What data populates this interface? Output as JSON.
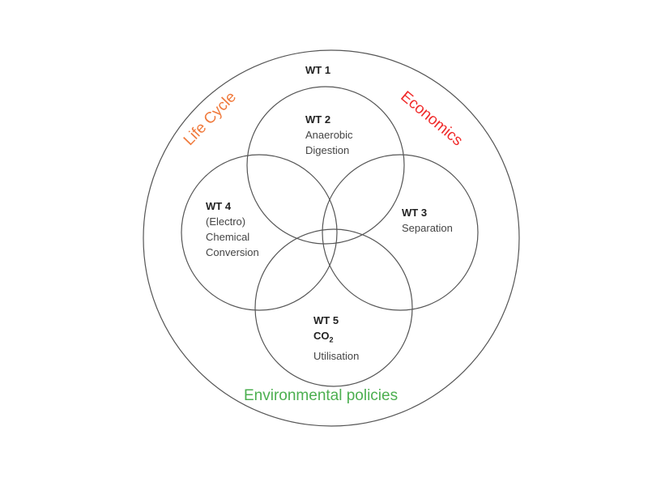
{
  "outer": {
    "title": "WT 1"
  },
  "themes": {
    "life_cycle": {
      "label": "Life Cycle",
      "color": "#f07a3c"
    },
    "economics": {
      "label": "Economics",
      "color": "#f02a2a"
    },
    "environmental": {
      "label": "Environmental policies",
      "color": "#4caf50"
    }
  },
  "circles": {
    "wt2": {
      "title": "WT 2",
      "lines": [
        "Anaerobic",
        "Digestion"
      ]
    },
    "wt3": {
      "title": "WT 3",
      "lines": [
        "Separation"
      ]
    },
    "wt4": {
      "title": "WT 4",
      "lines": [
        "(Electro)",
        "Chemical",
        "Conversion"
      ]
    },
    "wt5": {
      "title": "WT 5",
      "co2": "CO",
      "co2_sub": "2",
      "lines": [
        "Utilisation"
      ]
    }
  },
  "stroke_color": "#555555"
}
